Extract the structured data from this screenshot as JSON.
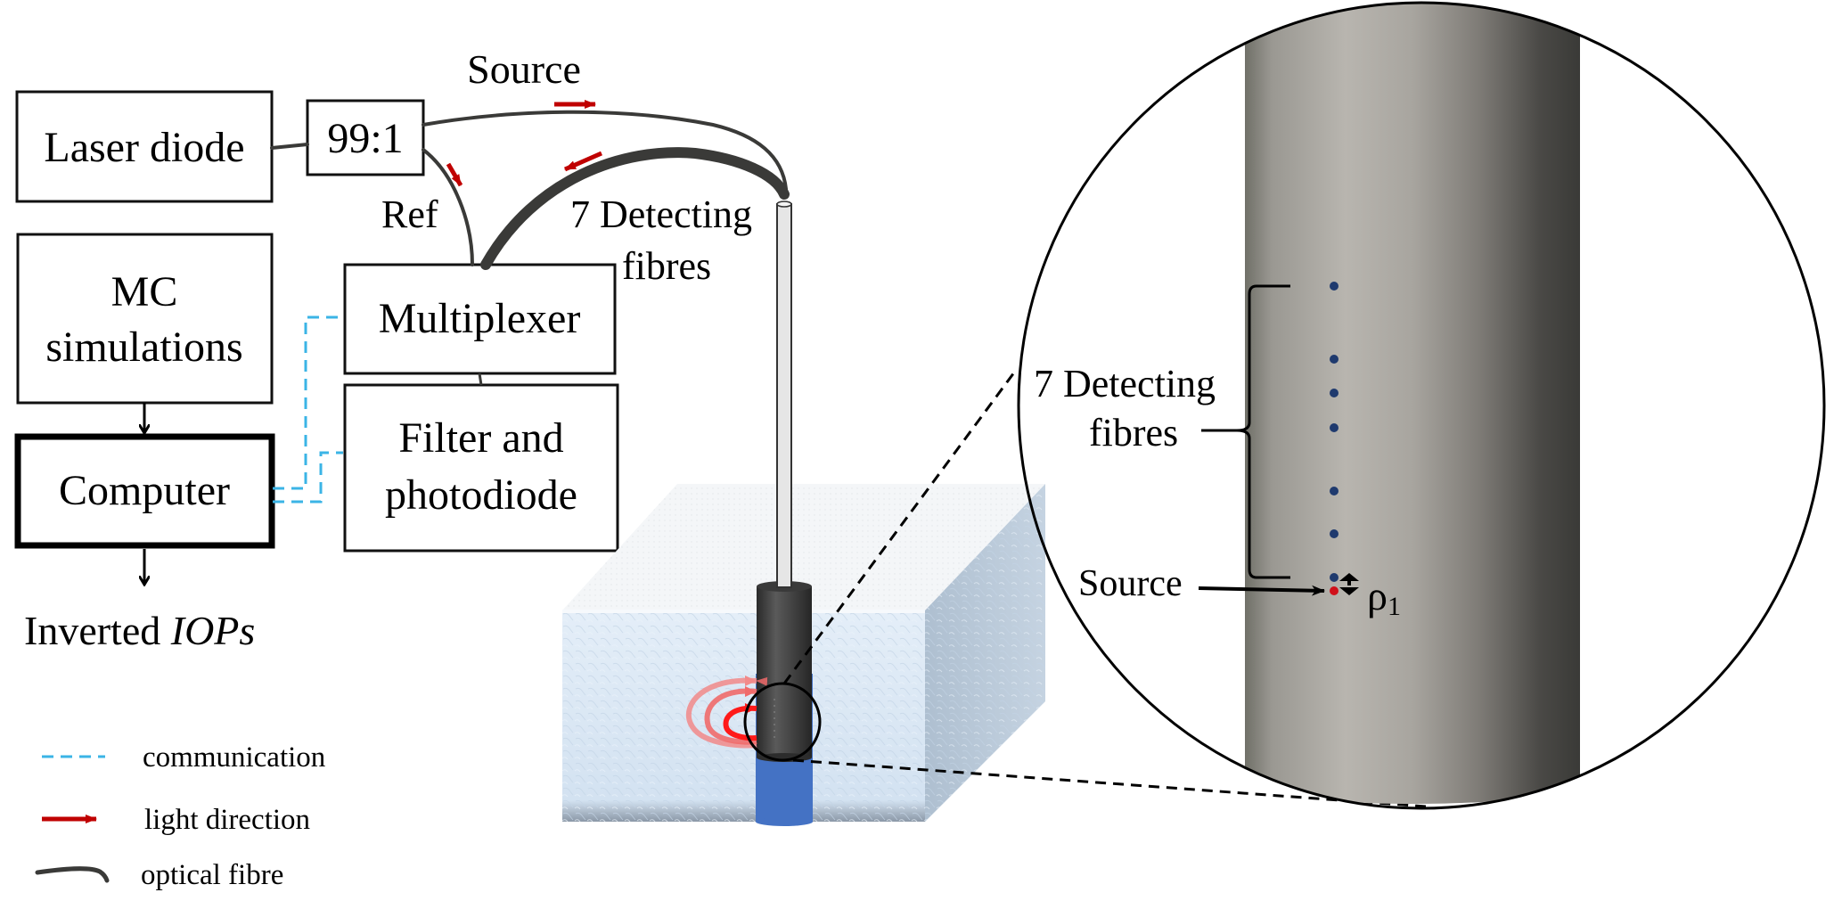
{
  "diagram": {
    "title": "Fibre-optic probe measurement setup",
    "blocks": {
      "laser_diode": "Laser diode",
      "splitter": "99:1",
      "mc_simulations_line1": "MC",
      "mc_simulations_line2": "simulations",
      "computer": "Computer",
      "multiplexer": "Multiplexer",
      "filter_line1": "Filter and",
      "filter_line2": "photodiode"
    },
    "labels": {
      "source": "Source",
      "ref": "Ref",
      "detecting_line1": "7 Detecting",
      "detecting_line2": "fibres",
      "output_prefix": "Inverted ",
      "output_italic": "IOPs"
    },
    "inset": {
      "detecting_line1": "7 Detecting",
      "detecting_line2": "fibres",
      "source": "Source",
      "rho_symbol": "ρ",
      "rho_subscript": "1",
      "detector_count": 7,
      "source_count": 1
    },
    "legend": [
      {
        "symbol": "dashed-cyan-line",
        "label": "communication"
      },
      {
        "symbol": "red-arrow",
        "label": "light direction"
      },
      {
        "symbol": "dark-curved-line",
        "label": "optical fibre"
      }
    ],
    "colors": {
      "communication": "#3bb4e6",
      "light_direction": "#c00000",
      "fibre": "#3a3a38",
      "detector_dot": "#1f3a6e",
      "source_dot": "#d0101a",
      "ice": "#dbe7f3",
      "hole": "#4472c4"
    }
  }
}
